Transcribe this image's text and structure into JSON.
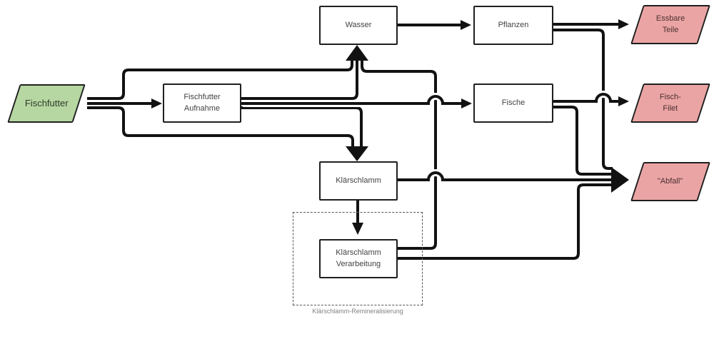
{
  "diagram": {
    "nodes": {
      "fischfutter": {
        "label": "Fischfutter",
        "shape": "parallelogram",
        "fill": "#b6d7a2"
      },
      "fischfutter_aufnahme": {
        "label": "Fischfutter\nAufnahme",
        "shape": "rect",
        "fill": "#ffffff"
      },
      "wasser": {
        "label": "Wasser",
        "shape": "rect",
        "fill": "#ffffff"
      },
      "pflanzen": {
        "label": "Pflanzen",
        "shape": "rect",
        "fill": "#ffffff"
      },
      "fische": {
        "label": "Fische",
        "shape": "rect",
        "fill": "#ffffff"
      },
      "klaerschlamm": {
        "label": "Klärschlamm",
        "shape": "rect",
        "fill": "#ffffff"
      },
      "klaerschlamm_verarbeitung": {
        "label": "Klärschlamm\nVerarbeitung",
        "shape": "rect",
        "fill": "#ffffff"
      },
      "essbare_teile": {
        "label": "Essbare\nTeile",
        "shape": "parallelogram",
        "fill": "#eba4a4"
      },
      "fisch_filet": {
        "label": "Fisch-\nFilet",
        "shape": "parallelogram",
        "fill": "#eba4a4"
      },
      "abfall": {
        "label": "\"Abfall\"",
        "shape": "parallelogram",
        "fill": "#eba4a4"
      }
    },
    "group": {
      "label": "Klärschlamm-Remineralisierung"
    },
    "edges": [
      {
        "from": "fischfutter",
        "to": "fischfutter_aufnahme"
      },
      {
        "from": "fischfutter",
        "to": "wasser"
      },
      {
        "from": "fischfutter",
        "to": "klaerschlamm"
      },
      {
        "from": "fischfutter_aufnahme",
        "to": "wasser"
      },
      {
        "from": "fischfutter_aufnahme",
        "to": "fische"
      },
      {
        "from": "fischfutter_aufnahme",
        "to": "klaerschlamm"
      },
      {
        "from": "wasser",
        "to": "pflanzen"
      },
      {
        "from": "pflanzen",
        "to": "essbare_teile"
      },
      {
        "from": "pflanzen",
        "to": "abfall"
      },
      {
        "from": "fische",
        "to": "fisch_filet"
      },
      {
        "from": "fische",
        "to": "abfall"
      },
      {
        "from": "klaerschlamm",
        "to": "klaerschlamm_verarbeitung"
      },
      {
        "from": "klaerschlamm",
        "to": "abfall"
      },
      {
        "from": "klaerschlamm_verarbeitung",
        "to": "wasser"
      },
      {
        "from": "klaerschlamm_verarbeitung",
        "to": "abfall"
      }
    ],
    "colors": {
      "line": "#121212",
      "node_border": "#1f1f1f",
      "green_fill": "#b6d7a2",
      "pink_fill": "#eba4a4",
      "caption_text": "#808080"
    }
  }
}
